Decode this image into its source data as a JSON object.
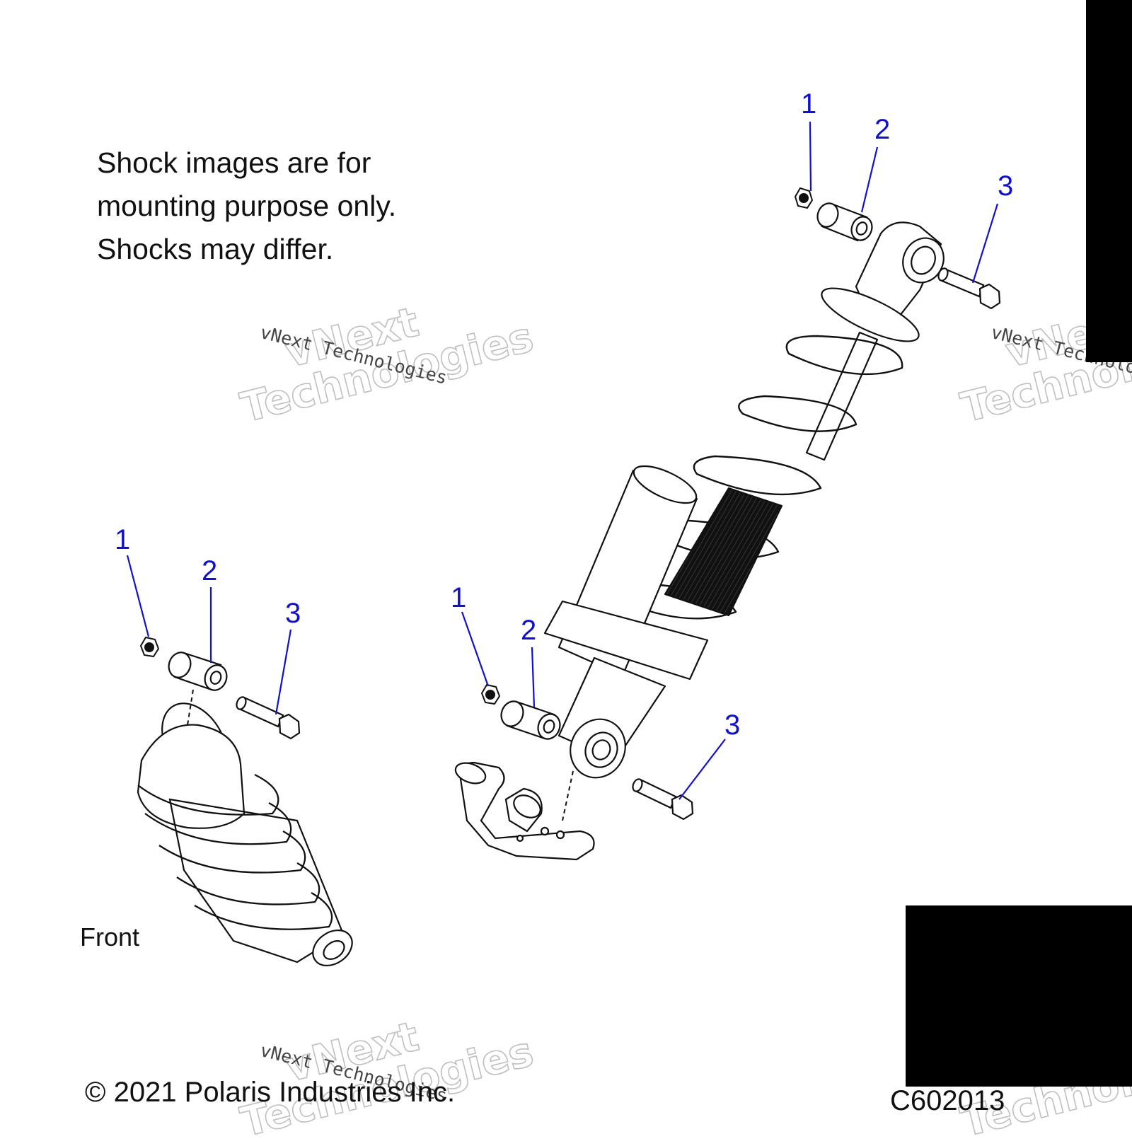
{
  "note_lines": [
    "Shock images are for",
    "mounting purpose only.",
    "Shocks may differ."
  ],
  "front_label": "Front",
  "copyright": "© 2021 Polaris Industries Inc.",
  "diagram_code": "C602013",
  "watermark": {
    "line1": "vNext",
    "line2": "Technologies",
    "small": "vNext Technologies"
  },
  "callouts": {
    "rear_upper": [
      "1",
      "2",
      "3"
    ],
    "front": [
      "1",
      "2",
      "3"
    ],
    "rear_lower": [
      "1",
      "2",
      "3"
    ]
  },
  "colors": {
    "callout": "#1010d0",
    "line": "#111111",
    "redaction": "#000000"
  }
}
